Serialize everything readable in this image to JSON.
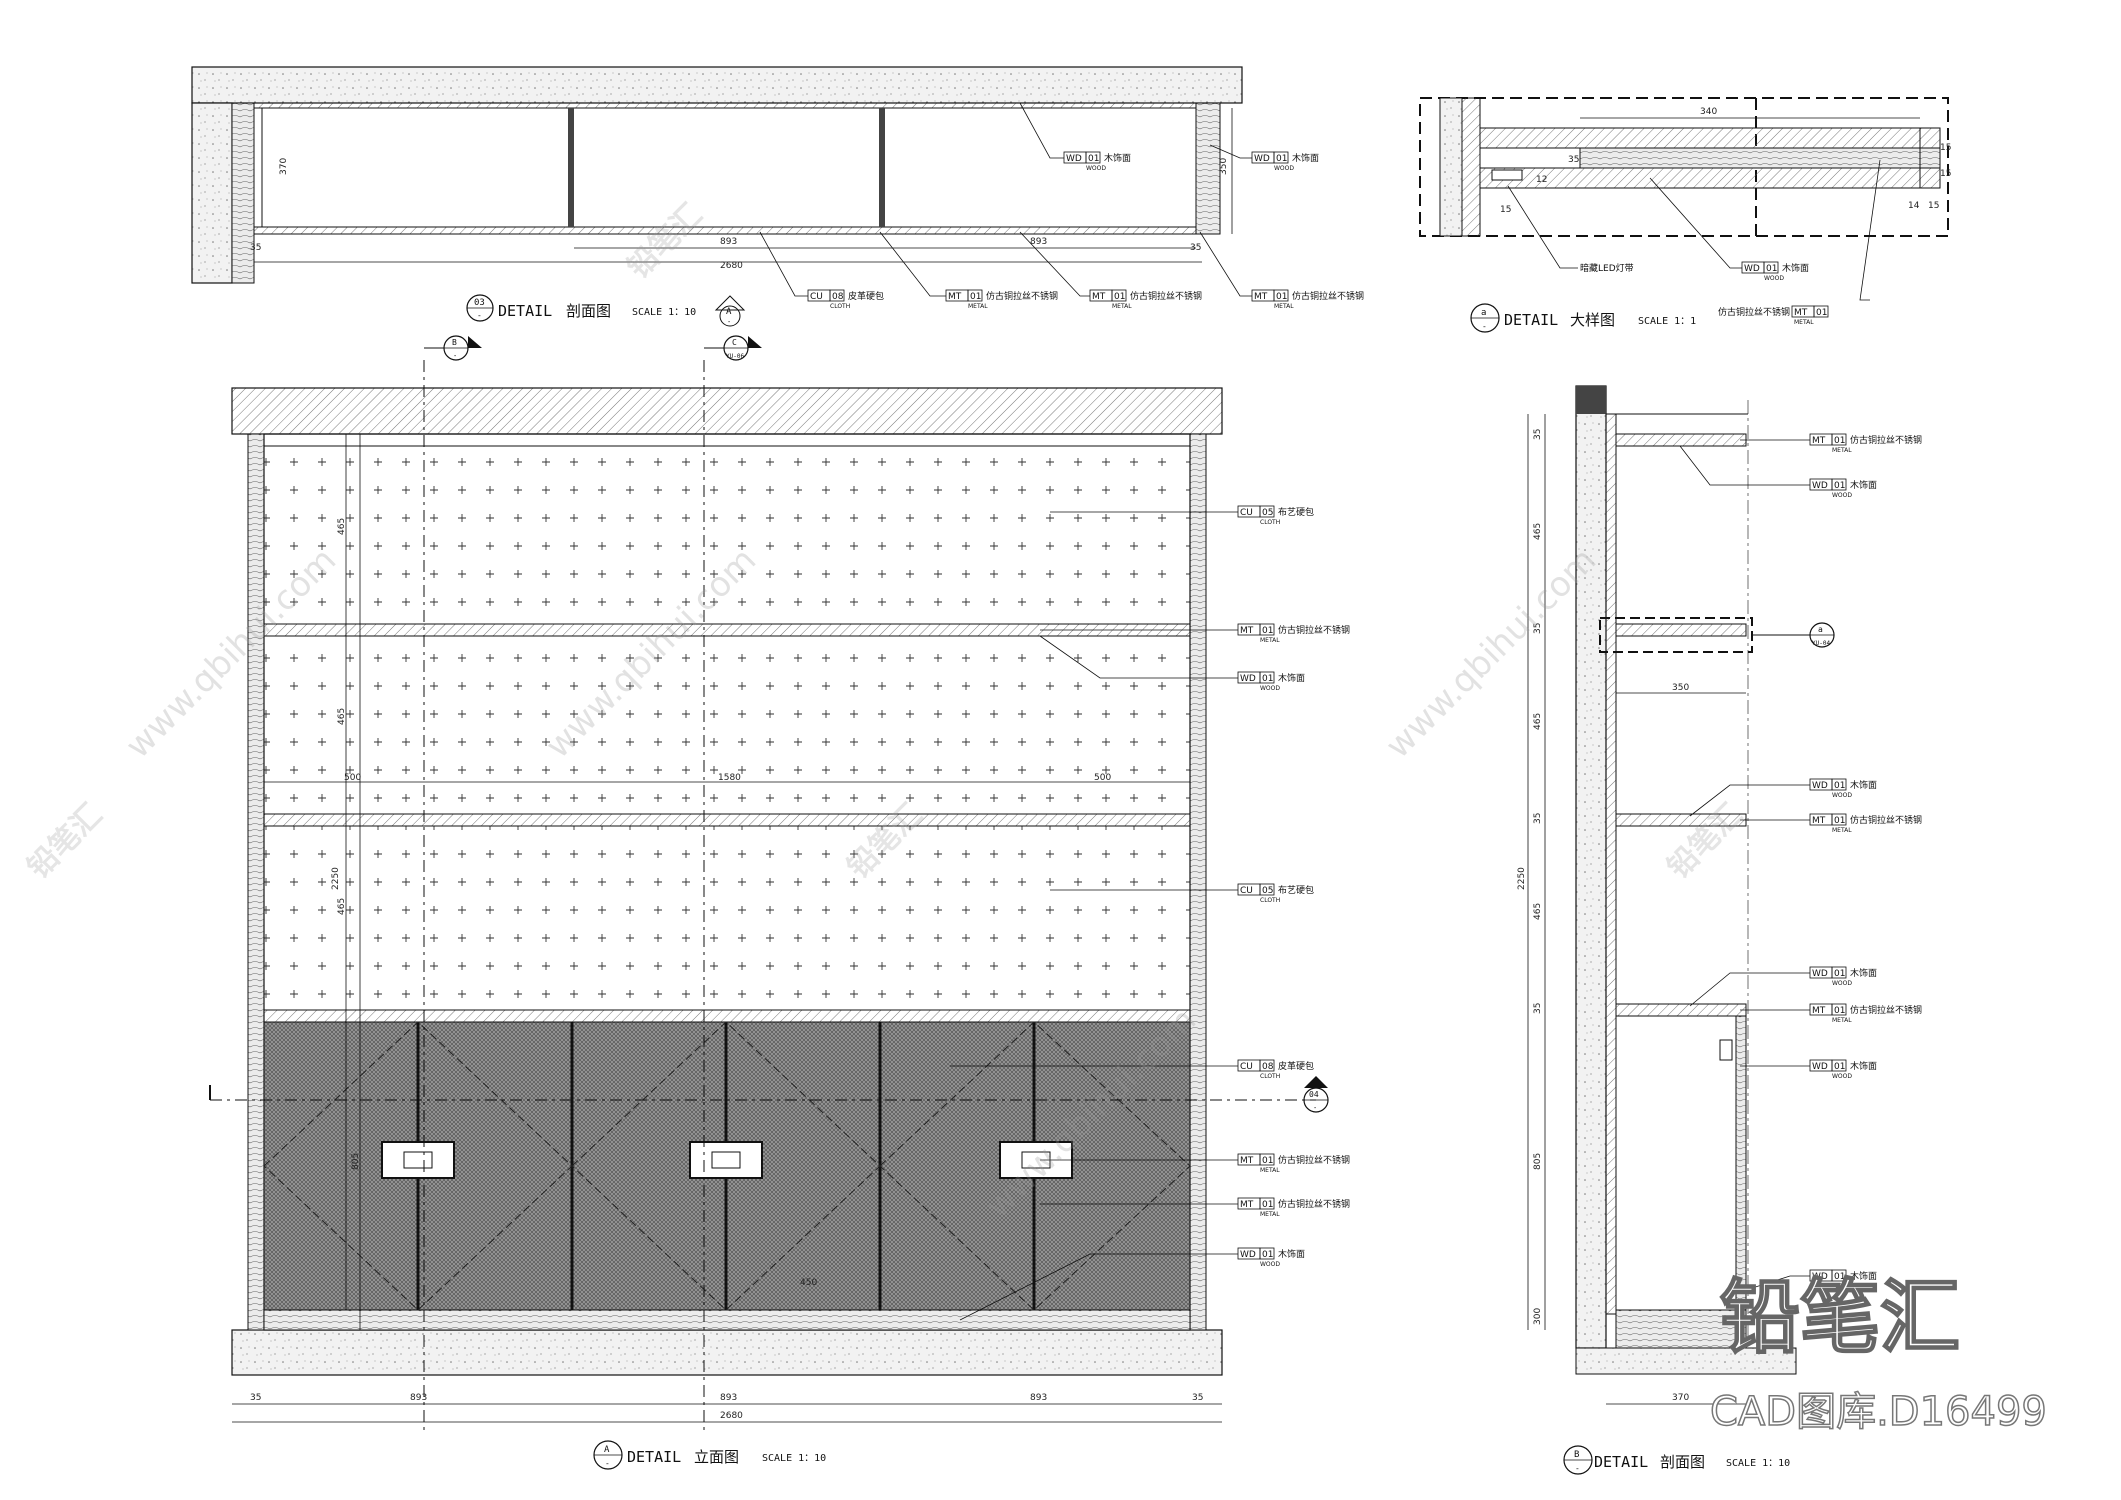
{
  "drawings": {
    "top_section": {
      "title_word": "DETAIL",
      "title_cn": "剖面图",
      "scale": "SCALE 1：10",
      "marker_top": "03",
      "marker_bottom": "-",
      "ref_letter": "A",
      "ref_sub": "-"
    },
    "detail_large": {
      "title_word": "DETAIL",
      "title_cn": "大样图",
      "scale": "SCALE 1：1",
      "marker_top": "a",
      "marker_bottom": "-"
    },
    "elevation": {
      "title_word": "DETAIL",
      "title_cn": "立面图",
      "scale": "SCALE 1：10",
      "marker_top": "A",
      "marker_bottom": "-"
    },
    "side_section": {
      "title_word": "DETAIL",
      "title_cn": "剖面图",
      "scale": "SCALE 1：10",
      "marker_top": "B",
      "marker_bottom": "-"
    }
  },
  "section_markers": [
    {
      "top": "B",
      "bottom": "-"
    },
    {
      "top": "C",
      "bottom": "YU-06"
    },
    {
      "top": "04",
      "bottom": "-"
    },
    {
      "top": "a",
      "bottom": "YU-04"
    }
  ],
  "top_tags": [
    {
      "code": "WD",
      "num": "01",
      "label": "木饰面",
      "sub": "WOOD"
    },
    {
      "code": "WD",
      "num": "01",
      "label": "木饰面",
      "sub": "WOOD"
    },
    {
      "code": "CU",
      "num": "08",
      "label": "皮革硬包",
      "sub": "CLOTH"
    },
    {
      "code": "MT",
      "num": "01",
      "label": "仿古铜拉丝不锈钢",
      "sub": "METAL"
    },
    {
      "code": "MT",
      "num": "01",
      "label": "仿古铜拉丝不锈钢",
      "sub": "METAL"
    },
    {
      "code": "MT",
      "num": "01",
      "label": "仿古铜拉丝不锈钢",
      "sub": "METAL"
    }
  ],
  "detail_tags": [
    {
      "code": "",
      "num": "",
      "label": "暗藏LED灯带",
      "sub": ""
    },
    {
      "code": "WD",
      "num": "01",
      "label": "木饰面",
      "sub": "WOOD"
    },
    {
      "code": "MT",
      "num": "01",
      "label": "仿古铜拉丝不锈钢",
      "sub": "METAL"
    }
  ],
  "elev_tags": [
    {
      "code": "CU",
      "num": "05",
      "label": "布艺硬包",
      "sub": "CLOTH"
    },
    {
      "code": "MT",
      "num": "01",
      "label": "仿古铜拉丝不锈钢",
      "sub": "METAL"
    },
    {
      "code": "WD",
      "num": "01",
      "label": "木饰面",
      "sub": "WOOD"
    },
    {
      "code": "CU",
      "num": "05",
      "label": "布艺硬包",
      "sub": "CLOTH"
    },
    {
      "code": "CU",
      "num": "08",
      "label": "皮革硬包",
      "sub": "CLOTH"
    },
    {
      "code": "MT",
      "num": "01",
      "label": "仿古铜拉丝不锈钢",
      "sub": "METAL"
    },
    {
      "code": "MT",
      "num": "01",
      "label": "仿古铜拉丝不锈钢",
      "sub": "METAL"
    },
    {
      "code": "WD",
      "num": "01",
      "label": "木饰面",
      "sub": "WOOD"
    }
  ],
  "side_tags": [
    {
      "code": "MT",
      "num": "01",
      "label": "仿古铜拉丝不锈钢",
      "sub": "METAL"
    },
    {
      "code": "WD",
      "num": "01",
      "label": "木饰面",
      "sub": "WOOD"
    },
    {
      "code": "WD",
      "num": "01",
      "label": "木饰面",
      "sub": "WOOD"
    },
    {
      "code": "MT",
      "num": "01",
      "label": "仿古铜拉丝不锈钢",
      "sub": "METAL"
    },
    {
      "code": "WD",
      "num": "01",
      "label": "木饰面",
      "sub": "WOOD"
    },
    {
      "code": "MT",
      "num": "01",
      "label": "仿古铜拉丝不锈钢",
      "sub": "METAL"
    },
    {
      "code": "WD",
      "num": "01",
      "label": "木饰面",
      "sub": "WOOD"
    },
    {
      "code": "WD",
      "num": "01",
      "label": "木饰面",
      "sub": "WOOD"
    }
  ],
  "dims": {
    "top_height": "370",
    "top_height_right": "350",
    "top_total": "2680",
    "top_span1": "893",
    "top_span2": "893",
    "top_edge_left": "35",
    "top_edge_right": "35",
    "detail_top": "340",
    "detail_a": "15",
    "detail_b": "35",
    "detail_c": "15",
    "detail_d": "15",
    "detail_e": "12",
    "detail_f": "14",
    "detail_g": "15",
    "elev_left": "35",
    "elev_span1": "893",
    "elev_span2": "893",
    "elev_span3": "893",
    "elev_right": "35",
    "elev_total": "2680",
    "elev_h1": "465",
    "elev_h2": "465",
    "elev_h3": "465",
    "elev_h4": "805",
    "elev_total_h": "2250",
    "elev_w1": "500",
    "elev_w2": "1580",
    "elev_w3": "500",
    "elev_handle": "450",
    "side_h1": "35",
    "side_h2": "465",
    "side_h3": "35",
    "side_h4": "465",
    "side_h5": "35",
    "side_h6": "465",
    "side_h7": "35",
    "side_h8": "805",
    "side_h9": "300",
    "side_total": "2250",
    "side_depth": "350",
    "side_bottom": "370"
  },
  "watermark": {
    "brand": "铅笔汇",
    "url": "www.qbihui.com",
    "caption": "CAD图库.D16499"
  },
  "colors": {
    "line": "#111111",
    "fill_dark": "#8c8c8c",
    "wall": "#e6e6e6"
  }
}
